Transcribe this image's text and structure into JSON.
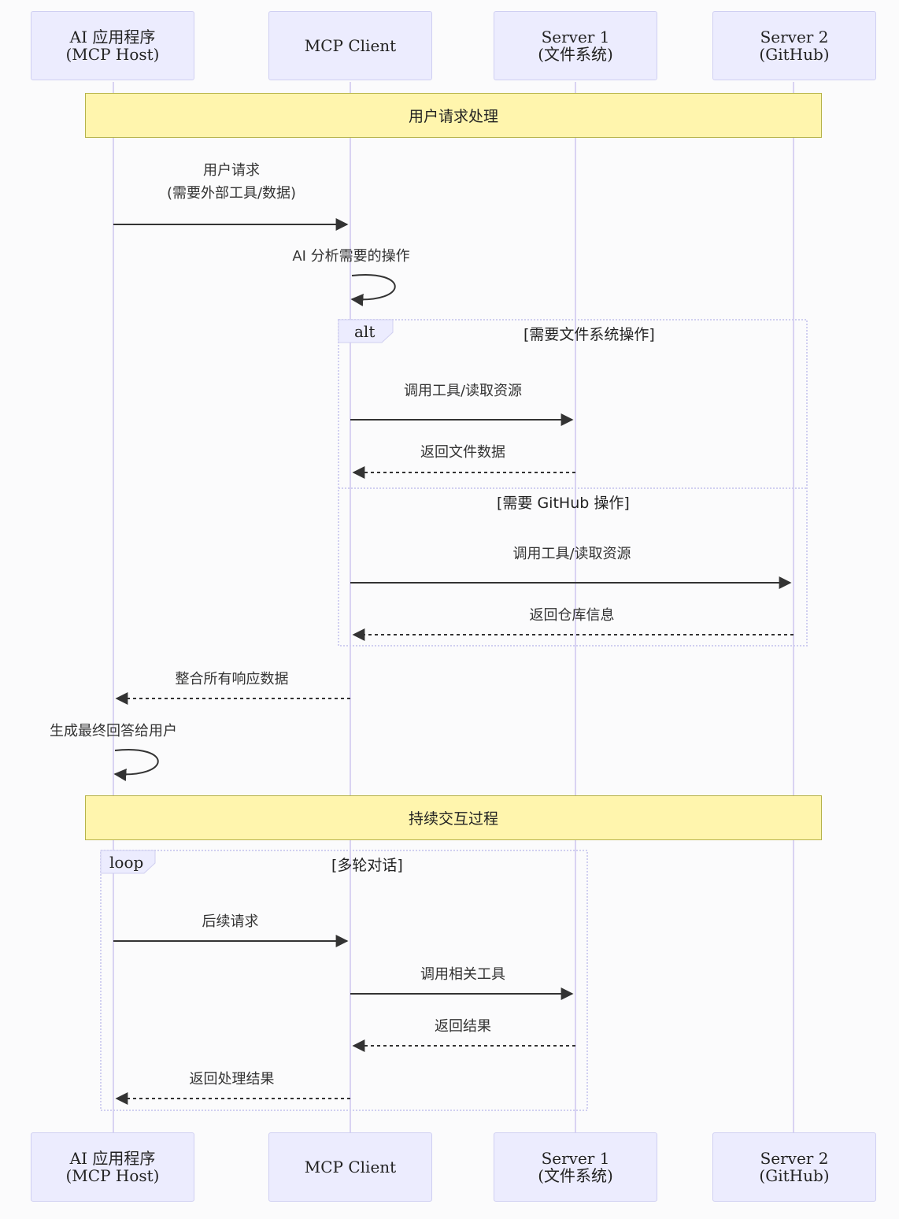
{
  "participants": [
    {
      "line1": "AI 应用程序",
      "line2": "(MCP Host)"
    },
    {
      "line1": "MCP Client",
      "line2": ""
    },
    {
      "line1": "Server 1",
      "line2": "(文件系统)"
    },
    {
      "line1": "Server 2",
      "line2": "(GitHub)"
    }
  ],
  "notes": {
    "request_handling": "用户请求处理",
    "continuous_interaction": "持续交互过程"
  },
  "messages": {
    "user_request_1": "用户请求",
    "user_request_2": "(需要外部工具/数据)",
    "ai_analyze": "AI 分析需要的操作",
    "call_tool_fs": "调用工具/读取资源",
    "return_file_data": "返回文件数据",
    "call_tool_github": "调用工具/读取资源",
    "return_repo_info": "返回仓库信息",
    "merge_responses": "整合所有响应数据",
    "generate_answer": "生成最终回答给用户",
    "followup_request": "后续请求",
    "call_related_tool": "调用相关工具",
    "return_result": "返回结果",
    "return_processed": "返回处理结果"
  },
  "frames": {
    "alt_label": "alt",
    "alt_condition_1": "[需要文件系统操作]",
    "alt_condition_2": "[需要 GitHub 操作]",
    "loop_label": "loop",
    "loop_condition": "[多轮对话]"
  },
  "colors": {
    "lifeline": "#d9d3f2",
    "actor_fill": "#ececfe",
    "note_fill": "#fff5ad",
    "arrow": "#333333",
    "frame_border": "#d0cff0"
  }
}
